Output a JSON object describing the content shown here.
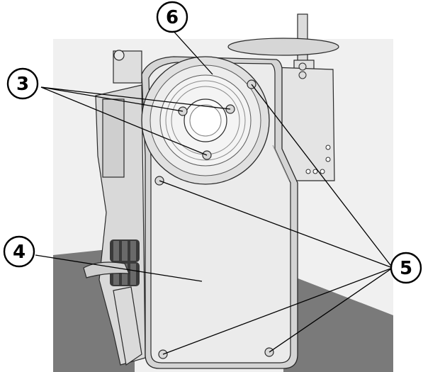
{
  "callouts": {
    "c3": {
      "label": "3"
    },
    "c4": {
      "label": "4"
    },
    "c5": {
      "label": "5"
    },
    "c6": {
      "label": "6"
    }
  },
  "colors": {
    "background": "#ffffff",
    "backdrop_wall": "#f0f0f0",
    "floor_dark": "#777777",
    "cover_face": "#e9e9e9",
    "cover_edge": "#c8c8c8",
    "outline": "#2a2a2a",
    "callout_stroke": "#000000"
  }
}
